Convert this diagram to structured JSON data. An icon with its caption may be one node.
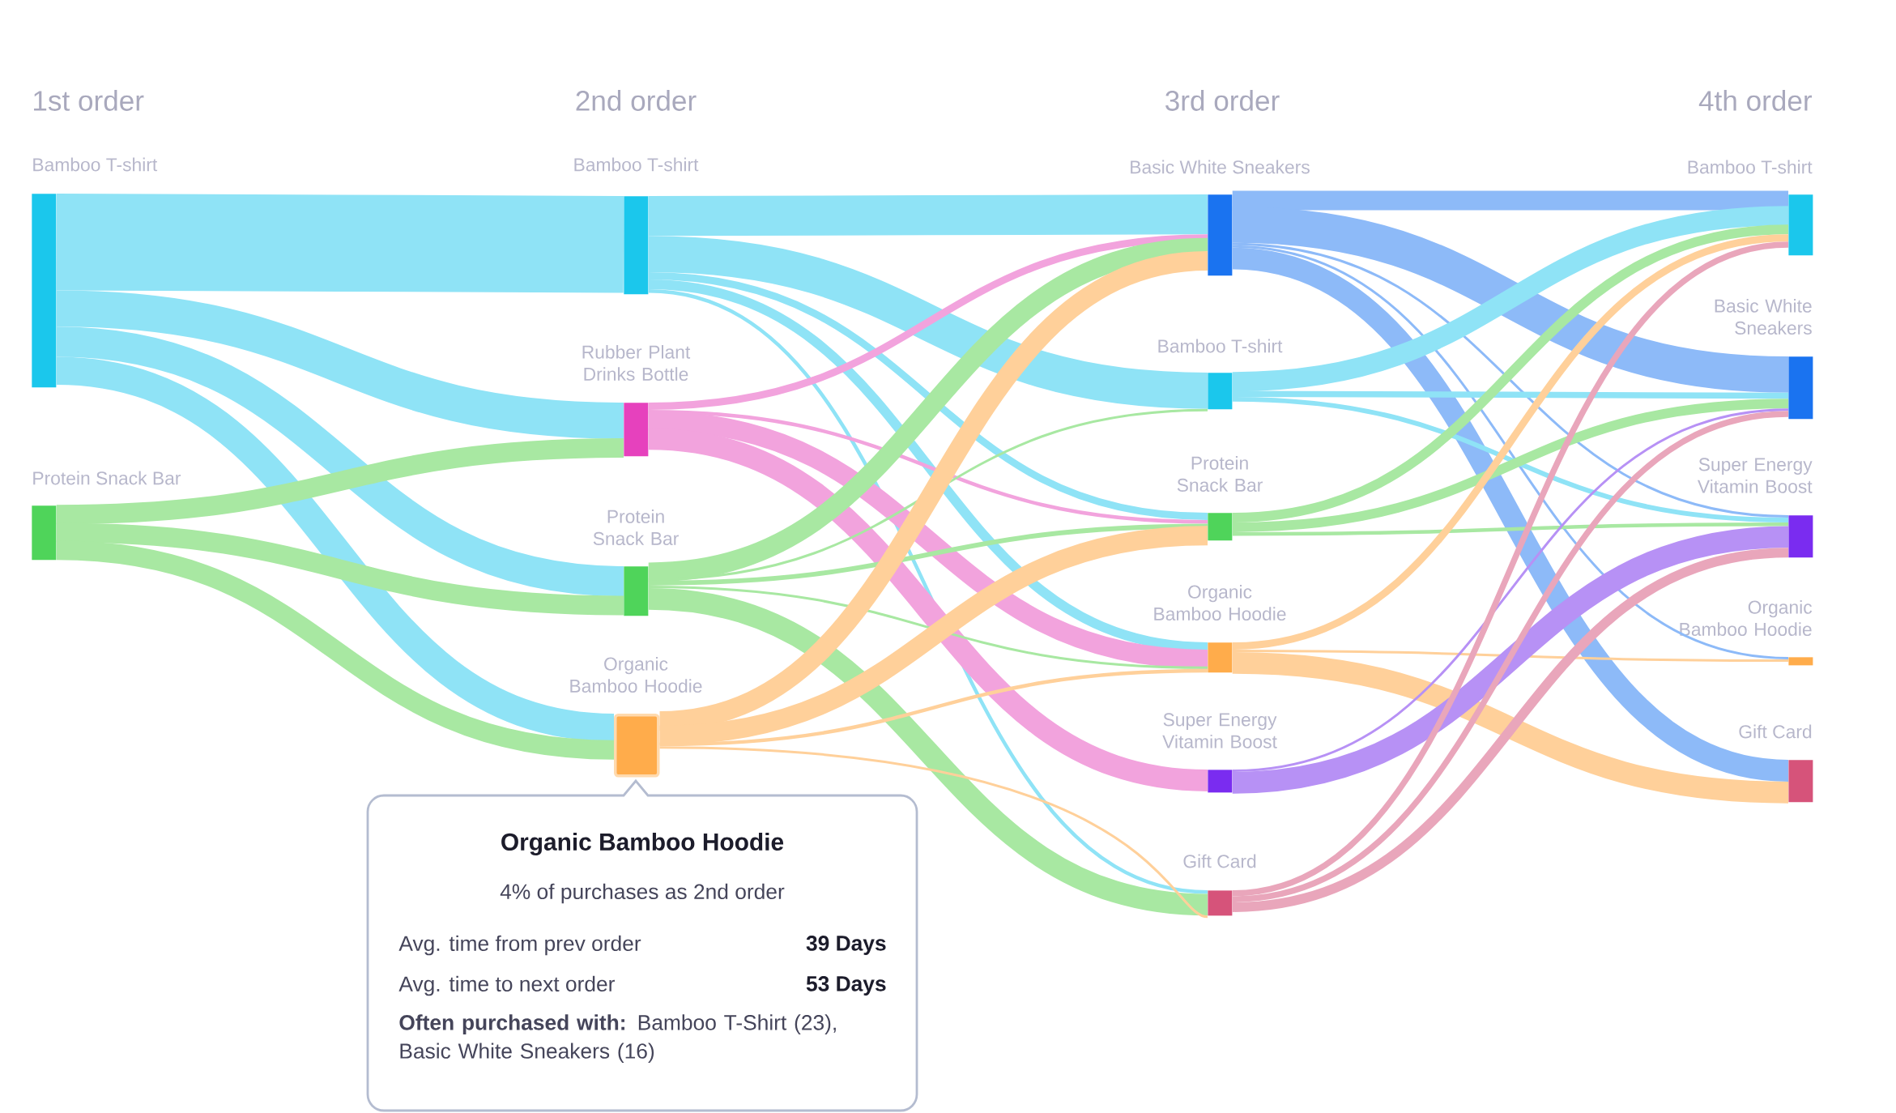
{
  "diagram": {
    "nodes": [
      {
        "text": [
          "Bamboo T-shirt"
        ]
      },
      {
        "text": [
          "Protein Snack Bar"
        ]
      },
      {
        "text": [
          "Bamboo T-shirt"
        ]
      },
      {
        "text": [
          "Rubber Plant Drinks Bottle"
        ]
      },
      {
        "text": [
          "Protein Snack Bar"
        ]
      },
      {
        "text": [
          "Organic Bamboo Hoodie"
        ]
      },
      {
        "text": [
          "Basic White Sneakers"
        ]
      },
      {
        "text": [
          "Bamboo T-shirt"
        ]
      },
      {
        "text": [
          "Protein Snack Bar"
        ]
      },
      {
        "text": [
          "Organic Bamboo Hoodie"
        ]
      },
      {
        "text": [
          "Super Energy Vitamin Boost"
        ]
      },
      {
        "text": [
          "Gift Card"
        ]
      },
      {
        "text": [
          "Bamboo T-shirt"
        ]
      },
      {
        "text": [
          "Basic White Sneakers"
        ]
      },
      {
        "text": [
          "Super Energy Vitamin Boost"
        ]
      },
      {
        "text": [
          "Organic Bamboo Hoodie"
        ]
      },
      {
        "text": [
          "Gift Card"
        ]
      },
      {
        "text": [
          "Organic Bamboo Hoodie",
          "4% of purchases as 2nd order",
          "Avg. time from prev order",
          "39 Days",
          "Avg. time to next order",
          "53 Days",
          "**Often purchased with:** Bamboo T-Shirt (23), Basic White Sneakers (16)"
        ]
      }
    ],
    "edges": [
      {
        "from": 0,
        "to": 2,
        "arrow": "none",
        "style": "thick",
        "color": "#8fe3f6"
      },
      {
        "from": 0,
        "to": 3,
        "arrow": "none",
        "style": "thick",
        "color": "#8fe3f6"
      },
      {
        "from": 0,
        "to": 4,
        "arrow": "none",
        "style": "thick",
        "color": "#8fe3f6"
      },
      {
        "from": 0,
        "to": 5,
        "arrow": "none",
        "style": "thick",
        "color": "#8fe3f6"
      },
      {
        "from": 1,
        "to": 3,
        "arrow": "none",
        "style": "thick",
        "color": "#a8e8a2"
      },
      {
        "from": 1,
        "to": 4,
        "arrow": "none",
        "style": "thick",
        "color": "#a8e8a2"
      },
      {
        "from": 1,
        "to": 5,
        "arrow": "none",
        "style": "thick",
        "color": "#a8e8a2"
      },
      {
        "from": 2,
        "to": 6,
        "arrow": "none",
        "style": "thick",
        "color": "#8fe3f6"
      },
      {
        "from": 2,
        "to": 7,
        "arrow": "none",
        "style": "thick",
        "color": "#8fe3f6"
      },
      {
        "from": 2,
        "to": 8,
        "arrow": "none",
        "color": "#8fe3f6"
      },
      {
        "from": 2,
        "to": 9,
        "arrow": "none",
        "color": "#8fe3f6"
      },
      {
        "from": 2,
        "to": 11,
        "arrow": "none",
        "color": "#8fe3f6"
      },
      {
        "from": 3,
        "to": 6,
        "arrow": "none",
        "color": "#f2a3dd"
      },
      {
        "from": 3,
        "to": 8,
        "arrow": "none",
        "color": "#f2a3dd"
      },
      {
        "from": 3,
        "to": 9,
        "arrow": "none",
        "style": "thick",
        "color": "#f2a3dd"
      },
      {
        "from": 3,
        "to": 10,
        "arrow": "none",
        "style": "thick",
        "color": "#f2a3dd"
      },
      {
        "from": 4,
        "to": 6,
        "arrow": "none",
        "style": "thick",
        "color": "#a8e8a2"
      },
      {
        "from": 4,
        "to": 7,
        "arrow": "none",
        "color": "#a8e8a2"
      },
      {
        "from": 4,
        "to": 8,
        "arrow": "none",
        "color": "#a8e8a2"
      },
      {
        "from": 4,
        "to": 9,
        "arrow": "none",
        "color": "#a8e8a2"
      },
      {
        "from": 4,
        "to": 11,
        "arrow": "none",
        "style": "thick",
        "color": "#a8e8a2"
      },
      {
        "from": 5,
        "to": 6,
        "arrow": "none",
        "style": "thick",
        "color": "#ffd09a"
      },
      {
        "from": 5,
        "to": 8,
        "arrow": "none",
        "style": "thick",
        "color": "#ffd09a"
      },
      {
        "from": 5,
        "to": 9,
        "arrow": "none",
        "color": "#ffd09a"
      },
      {
        "from": 5,
        "to": 11,
        "arrow": "none",
        "color": "#ffd09a"
      },
      {
        "from": 6,
        "to": 12,
        "arrow": "none",
        "style": "thick",
        "color": "#8dbaf8"
      },
      {
        "from": 6,
        "to": 13,
        "arrow": "none",
        "style": "thick",
        "color": "#8dbaf8"
      },
      {
        "from": 6,
        "to": 14,
        "arrow": "none",
        "color": "#8dbaf8"
      },
      {
        "from": 6,
        "to": 15,
        "arrow": "none",
        "color": "#8dbaf8"
      },
      {
        "from": 6,
        "to": 16,
        "arrow": "none",
        "style": "thick",
        "color": "#8dbaf8"
      },
      {
        "from": 7,
        "to": 12,
        "arrow": "none",
        "style": "thick",
        "color": "#8fe3f6"
      },
      {
        "from": 7,
        "to": 13,
        "arrow": "none",
        "color": "#8fe3f6"
      },
      {
        "from": 7,
        "to": 14,
        "arrow": "none",
        "color": "#8fe3f6"
      },
      {
        "from": 8,
        "to": 12,
        "arrow": "none",
        "color": "#a8e8a2"
      },
      {
        "from": 8,
        "to": 13,
        "arrow": "none",
        "color": "#a8e8a2"
      },
      {
        "from": 8,
        "to": 14,
        "arrow": "none",
        "color": "#a8e8a2"
      },
      {
        "from": 9,
        "to": 12,
        "arrow": "none",
        "color": "#ffd09a"
      },
      {
        "from": 9,
        "to": 15,
        "arrow": "none",
        "color": "#ffd09a"
      },
      {
        "from": 9,
        "to": 16,
        "arrow": "none",
        "style": "thick",
        "color": "#ffd09a"
      },
      {
        "from": 10,
        "to": 13,
        "arrow": "none",
        "color": "#b791f5"
      },
      {
        "from": 10,
        "to": 14,
        "arrow": "none",
        "style": "thick",
        "color": "#b791f5"
      },
      {
        "from": 11,
        "to": 12,
        "arrow": "none",
        "color": "#e9a6bb"
      },
      {
        "from": 11,
        "to": 13,
        "arrow": "none",
        "color": "#e9a6bb"
      },
      {
        "from": 11,
        "to": 14,
        "arrow": "none",
        "color": "#e9a6bb"
      }
    ],
    "labels": [
      "1st order",
      "2nd order",
      "3rd order",
      "4th order"
    ]
  }
}
